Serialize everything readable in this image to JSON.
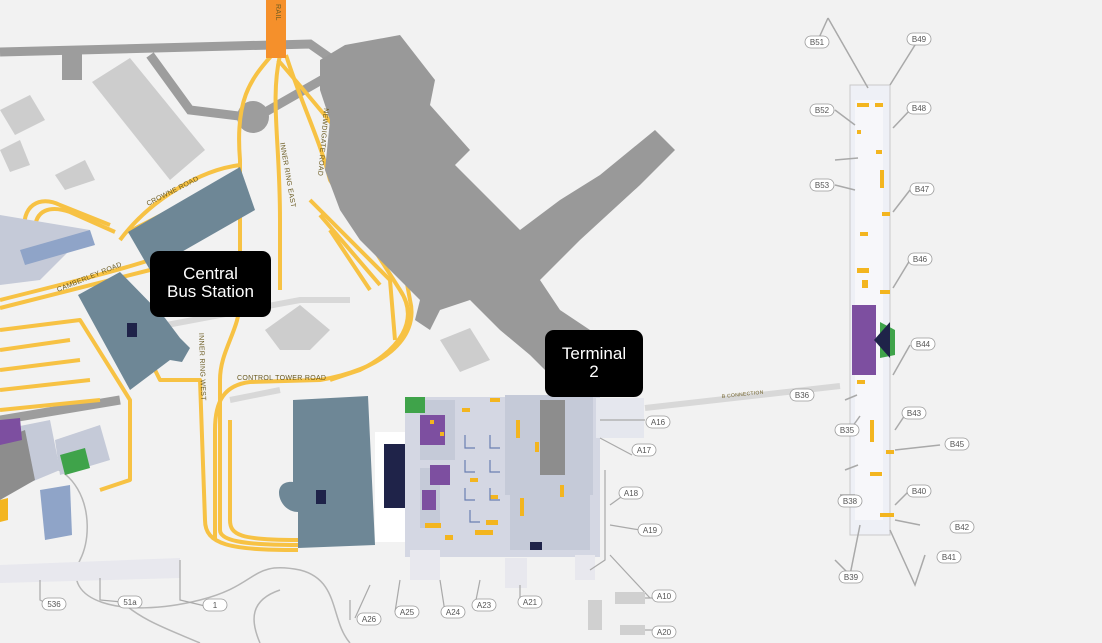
{
  "map": {
    "colors": {
      "background": "#f2f2f2",
      "road": "#f7c244",
      "rail": "#f5902b",
      "building_dark": "#999999",
      "building_light": "#c8c8c8",
      "parking": "#6e8796",
      "terminal_floor": "#c5cad8",
      "shop_purple": "#7d4fa0",
      "shop_green": "#3fa34a",
      "amenity_yellow": "#f3b51f",
      "pier_outline": "#9a9a9a",
      "navy": "#1f2349"
    },
    "callouts": {
      "central_bus_station": {
        "line1": "Central",
        "line2": "Bus Station"
      },
      "terminal_2": {
        "line1": "Terminal",
        "line2": "2"
      }
    },
    "roads": {
      "rail_label": "RAIL",
      "crowne_road": "CROWNE ROAD",
      "camberley_road": "CAMBERLEY ROAD",
      "inner_ring_east": "INNER RING EAST",
      "inner_ring_west": "INNER RING WEST",
      "control_tower_road": "CONTROL TOWER ROAD",
      "newdigate_road": "NEWDIGATE ROAD",
      "pier_link": "B CONNECTION"
    },
    "gates": {
      "b": [
        "B51",
        "B49",
        "B52",
        "B48",
        "B53",
        "B47",
        "B46",
        "B44",
        "B36",
        "B43",
        "B35",
        "B45",
        "B42",
        "B38",
        "B41",
        "B39",
        "B40"
      ],
      "a": [
        "A16",
        "A17",
        "A18",
        "A19",
        "A10",
        "A20",
        "A21",
        "A23",
        "A24",
        "A25",
        "A26"
      ],
      "t1": [
        "536",
        "1",
        "51a"
      ]
    }
  }
}
